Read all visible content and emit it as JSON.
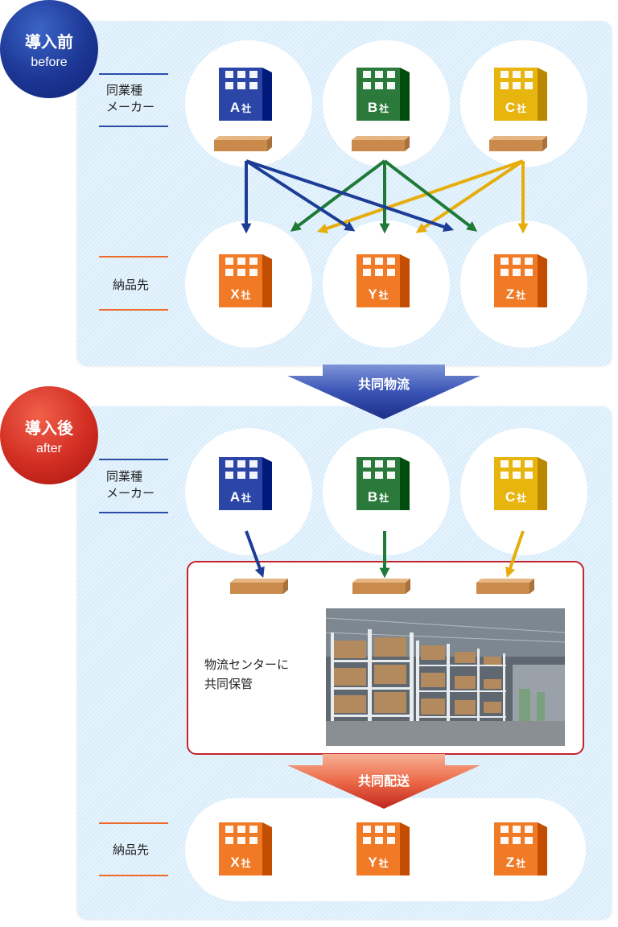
{
  "before": {
    "badge_title": "導入前",
    "badge_sub": "before",
    "maker_label": "同業種\nメーカー",
    "customer_label": "納品先"
  },
  "after": {
    "badge_title": "導入後",
    "badge_sub": "after",
    "maker_label": "同業種\nメーカー",
    "customer_label": "納品先",
    "center_text": "物流センターに\n共同保管"
  },
  "banner_logistics": "共同物流",
  "banner_delivery": "共同配送",
  "suffix": "社",
  "makers": [
    {
      "letter": "A",
      "color": "#2c46a8"
    },
    {
      "letter": "B",
      "color": "#2b7a3c"
    },
    {
      "letter": "C",
      "color": "#e8b40e"
    }
  ],
  "customers": [
    {
      "letter": "X",
      "color": "#f07a25"
    },
    {
      "letter": "Y",
      "color": "#f07a25"
    },
    {
      "letter": "Z",
      "color": "#f07a25"
    }
  ],
  "colors": {
    "blue_badge": "#1c3694",
    "red_badge": "#d22d22",
    "panel": "#dbeefb",
    "arrow_a": "#1b3d96",
    "arrow_b": "#1f7a39",
    "arrow_c": "#e6ad0b",
    "center_border": "#c4232c"
  },
  "icons": [
    "building-icon",
    "cardboard-boxes-icon",
    "warehouse-photo"
  ]
}
